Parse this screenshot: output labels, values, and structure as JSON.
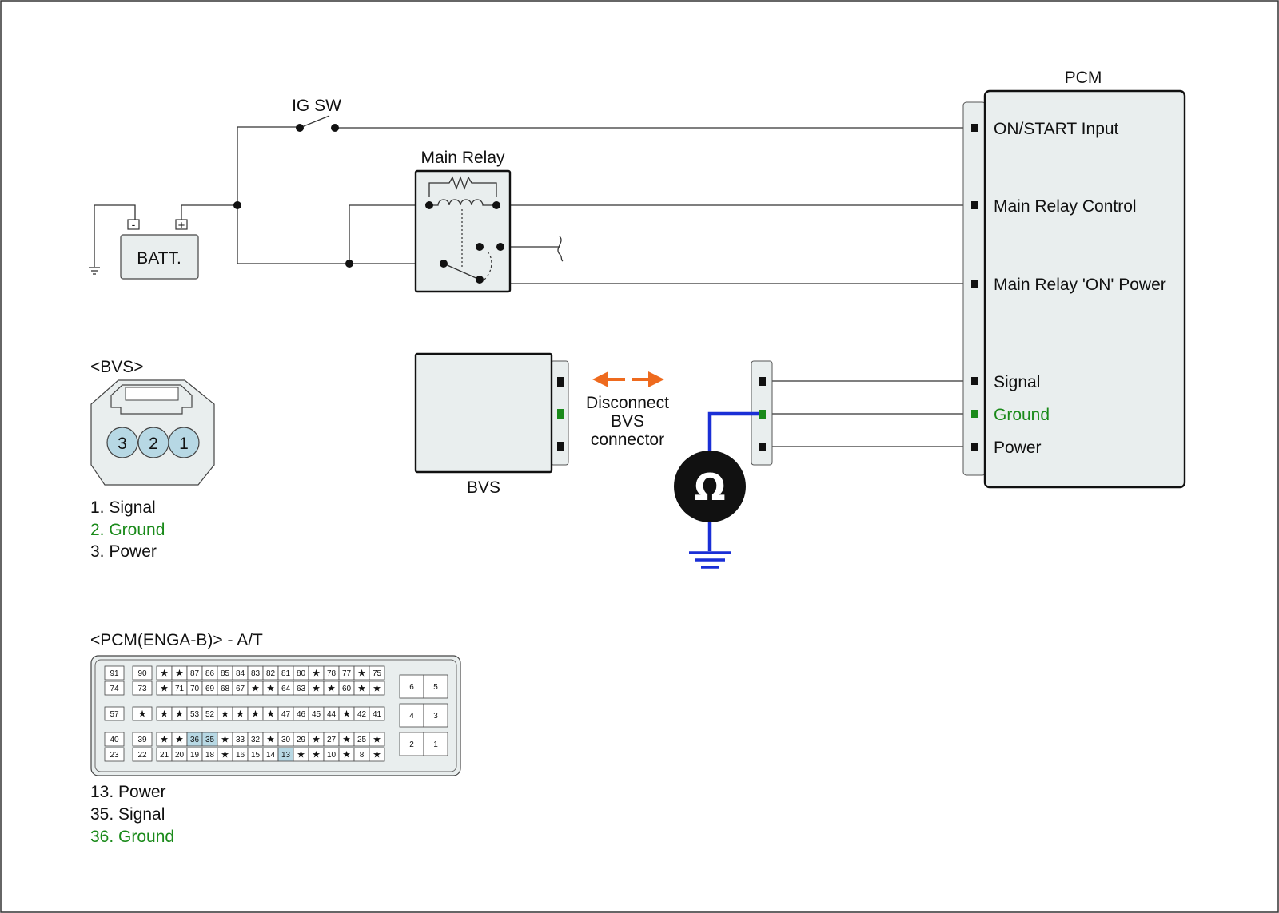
{
  "labels": {
    "ig_sw": "IG SW",
    "main_relay": "Main Relay",
    "batt": "BATT.",
    "batt_minus": "-",
    "batt_plus": "+",
    "pcm": "PCM",
    "bvs_box": "BVS",
    "disconnect_line1": "Disconnect",
    "disconnect_line2": "BVS",
    "disconnect_line3": "connector",
    "ohm_symbol": "Ω"
  },
  "pcm_pins": [
    {
      "label": "ON/START Input"
    },
    {
      "label": "Main Relay Control"
    },
    {
      "label": "Main Relay 'ON' Power"
    },
    {
      "label": "Signal"
    },
    {
      "label": "Ground"
    },
    {
      "label": "Power"
    }
  ],
  "bvs_connector": {
    "title": "<BVS>",
    "pins": [
      "3",
      "2",
      "1"
    ],
    "legend": [
      "1. Signal",
      "2. Ground",
      "3. Power"
    ]
  },
  "pcm_connector": {
    "title": "<PCM(ENGA-B)> - A/T",
    "legend": [
      "13. Power",
      "35. Signal",
      "36. Ground"
    ],
    "highlight": [
      "36",
      "35",
      "13"
    ],
    "rows": [
      [
        [
          "91"
        ],
        [
          "90"
        ],
        [
          "★",
          "★",
          "87",
          "86",
          "85",
          "84",
          "83",
          "82",
          "81",
          "80",
          "★",
          "78",
          "77",
          "★",
          "75"
        ]
      ],
      [
        [
          "74"
        ],
        [
          "73"
        ],
        [
          "★",
          "71",
          "70",
          "69",
          "68",
          "67",
          "★",
          "★",
          "64",
          "63",
          "★",
          "★",
          "60",
          "★",
          "★"
        ]
      ],
      [
        [
          "57"
        ],
        [
          "★"
        ],
        [
          "★",
          "★",
          "53",
          "52",
          "★",
          "★",
          "★",
          "★",
          "47",
          "46",
          "45",
          "44",
          "★",
          "42",
          "41"
        ]
      ],
      [
        [
          "40"
        ],
        [
          "39"
        ],
        [
          "★",
          "★",
          "36",
          "35",
          "★",
          "33",
          "32",
          "★",
          "30",
          "29",
          "★",
          "27",
          "★",
          "25",
          "★"
        ]
      ],
      [
        [
          "23"
        ],
        [
          "22"
        ],
        [
          "21",
          "20",
          "19",
          "18",
          "★",
          "16",
          "15",
          "14",
          "13",
          "★",
          "★",
          "10",
          "★",
          "8",
          "★"
        ]
      ]
    ],
    "right_block": [
      [
        "6",
        "5"
      ],
      [
        "4",
        "3"
      ],
      [
        "2",
        "1"
      ]
    ]
  },
  "colors": {
    "accent_orange": "#ee6a1e",
    "meter_lead_blue": "#1a2fd6",
    "ground_green": "#1a8a1a",
    "highlight_cell": "#b7d8e4",
    "component_fill": "#e9eeee"
  }
}
